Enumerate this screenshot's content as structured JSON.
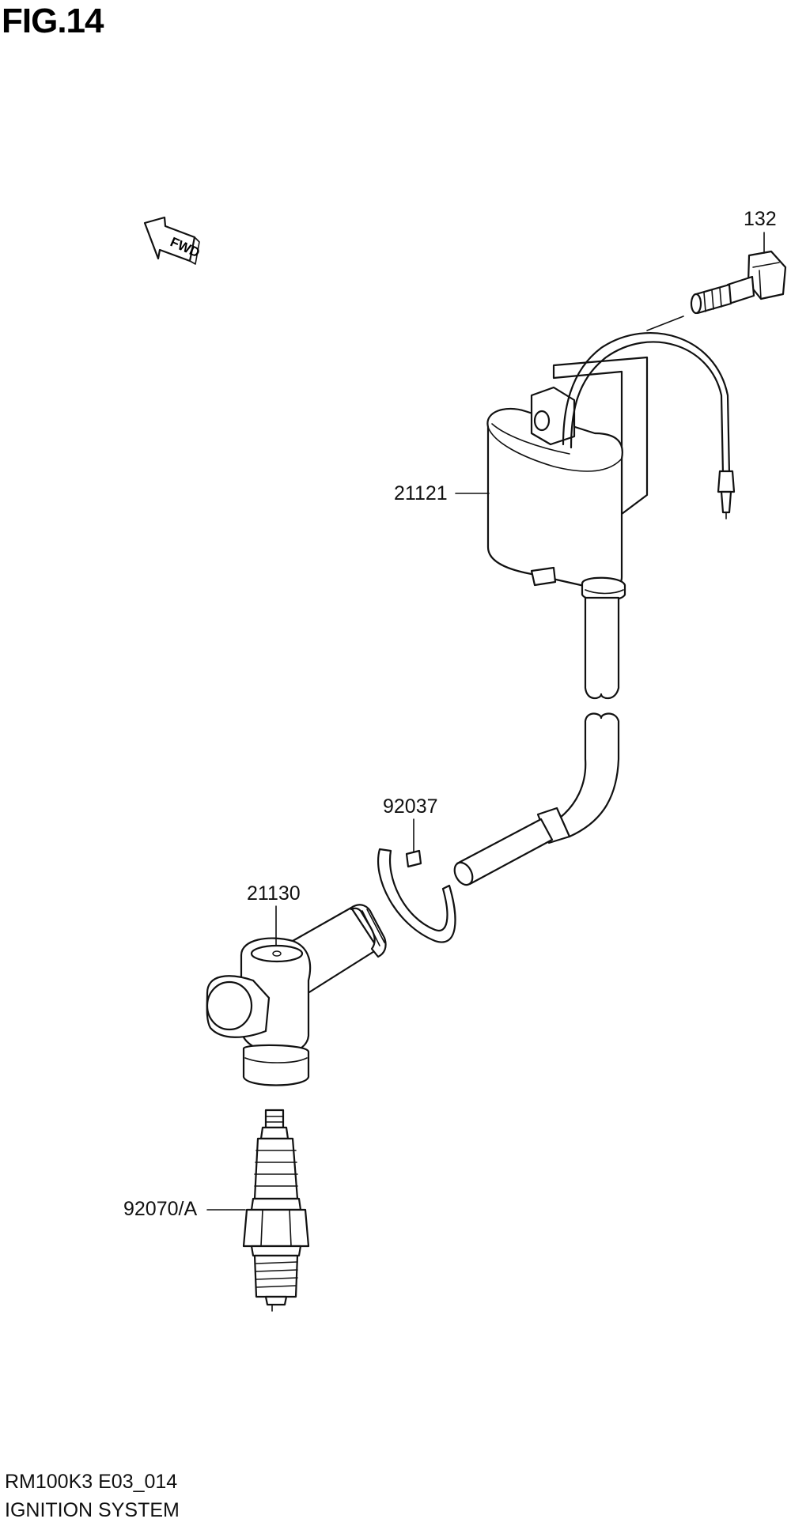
{
  "figure": {
    "title": "FIG.14",
    "fwd_label": "FWD"
  },
  "callouts": {
    "bolt": "132",
    "ignition_coil": "21121",
    "clamp": "92037",
    "plug_cap": "21130",
    "spark_plug": "92070/A"
  },
  "footer": {
    "code": "RM100K3 E03_014",
    "section": "IGNITION SYSTEM"
  }
}
